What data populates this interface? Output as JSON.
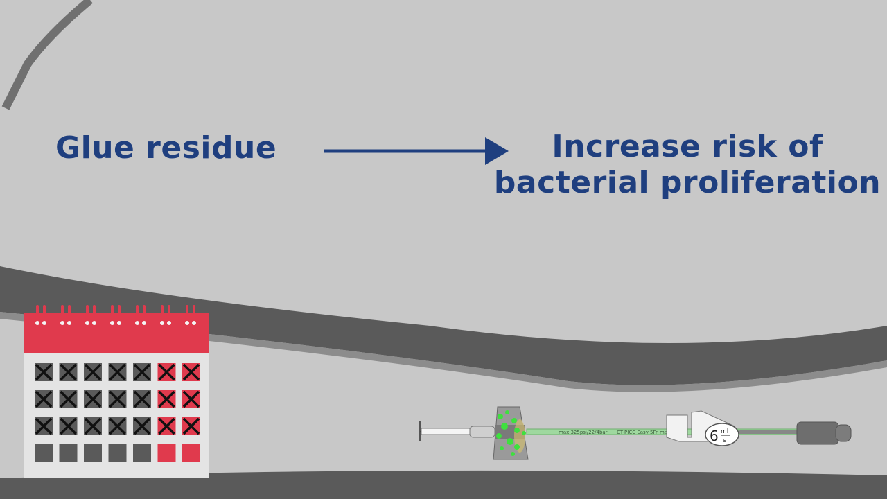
{
  "scene": {
    "cause_label": "Glue residue",
    "effect_label_line1": "Increase risk of",
    "effect_label_line2": "bacterial proliferation",
    "text_color": "#1f3f7f",
    "background_color": "#c8c8c8",
    "band_color": "#5a5a5a"
  },
  "calendar": {
    "header_color": "#e03a4d",
    "body_color": "#e4e4e4",
    "crossed_rows": 3,
    "columns": 7,
    "weekend_color": "#e03a4d",
    "weekday_color": "#5a5a5a"
  },
  "catheter": {
    "label_pressure": "max 325psi/22/4bar",
    "label_model": "CT-PICC Easy 5Fr",
    "label_flow": "max 6ml/s",
    "flow_value": "6",
    "flow_unit_top": "ml",
    "flow_unit_bottom": "s",
    "tube_color": "#9fd89f",
    "bacteria_color": "#3ee03e"
  }
}
